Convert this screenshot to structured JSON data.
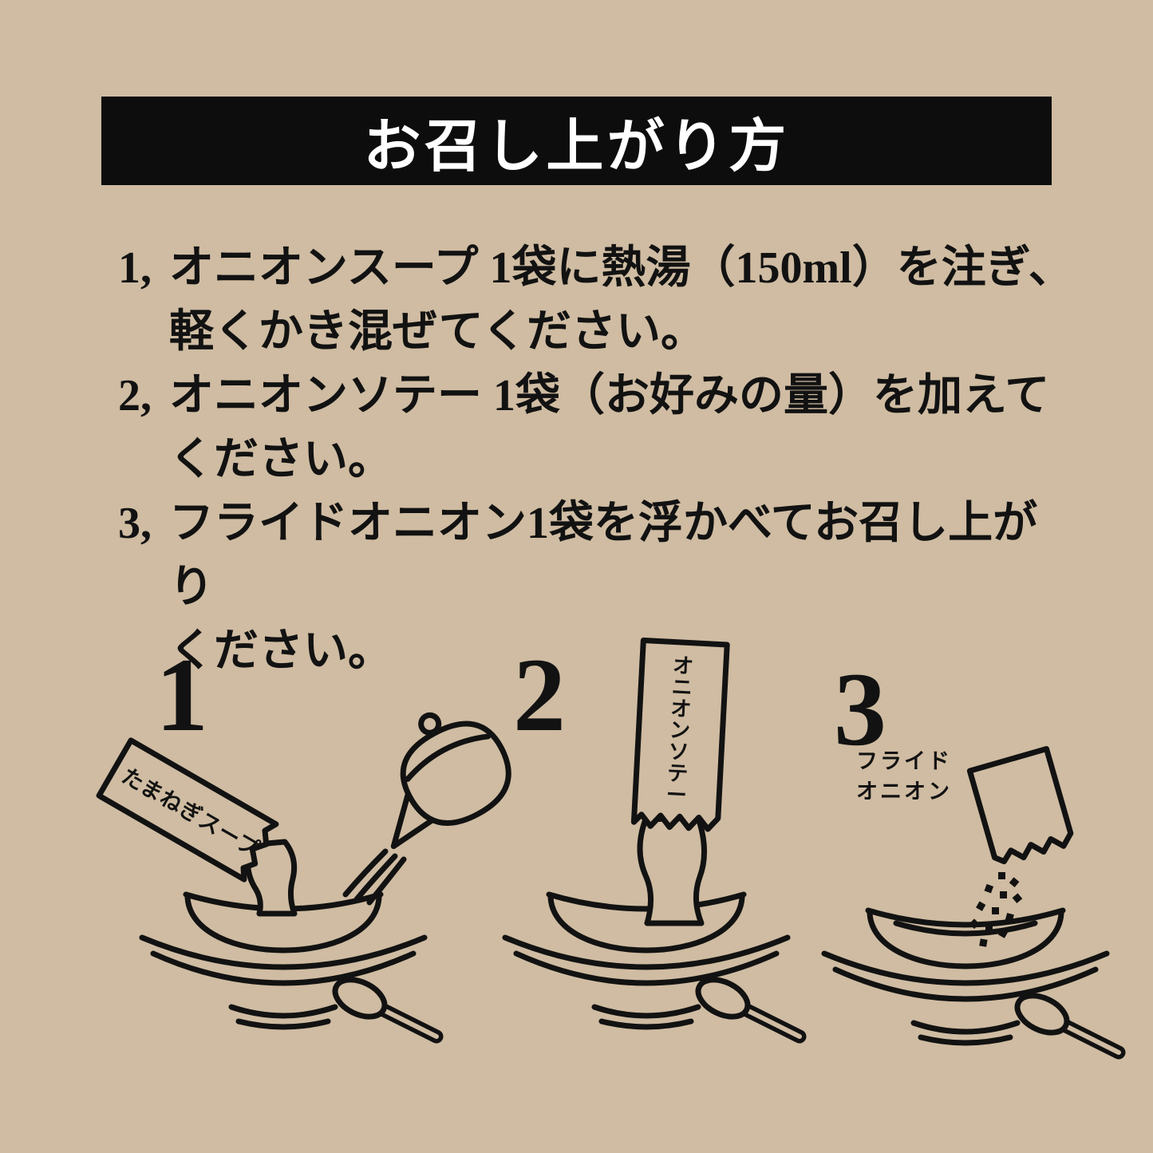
{
  "page": {
    "background_color": "#cfbca2",
    "ink_color": "#121212",
    "banner_color": "#0d0d0d"
  },
  "header": {
    "title": "お召し上がり方"
  },
  "instructions": [
    {
      "num": "1,",
      "line1": "オニオンスープ 1袋に熱湯（150ml）を注ぎ、",
      "line2": "軽くかき混ぜてください。"
    },
    {
      "num": "2,",
      "line1": "オニオンソテー 1袋（お好みの量）を加えて",
      "line2": "ください。"
    },
    {
      "num": "3,",
      "line1": "フライドオニオン1袋を浮かべてお召し上がり",
      "line2": "ください。"
    }
  ],
  "steps": [
    {
      "number": "1",
      "packet_label": "たまねぎスープ",
      "icons": [
        "soup-packet-icon",
        "soup-stream-icon",
        "kettle-icon",
        "hot-water-stream-icon",
        "bowl-icon",
        "spoon-icon"
      ]
    },
    {
      "number": "2",
      "packet_label": "オニオンソテー",
      "icons": [
        "saute-packet-icon",
        "saute-stream-icon",
        "bowl-icon",
        "spoon-icon"
      ]
    },
    {
      "number": "3",
      "packet_label_line1": "フライド",
      "packet_label_line2": "オニオン",
      "icons": [
        "fried-onion-packet-icon",
        "fried-onion-sprinkle-icon",
        "bowl-icon",
        "spoon-icon"
      ]
    }
  ]
}
